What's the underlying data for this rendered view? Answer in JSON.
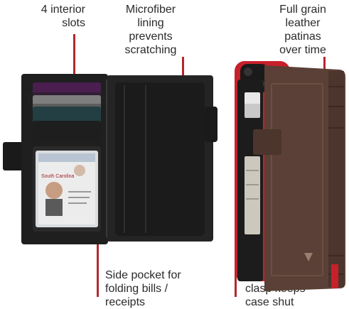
{
  "callouts": {
    "slots": "4 interior\nslots",
    "lining": "Microfiber\nlining\nprevents\nscratching",
    "leather": "Full grain\nleather\npatinas\nover time",
    "pocket": "Side pocket for\nfolding bills /\nreceipts",
    "clasp": "Magnetic\nclasp keeps\ncase shut"
  },
  "id_card": {
    "state": "South Carolina"
  },
  "colors": {
    "accent": "#b3282d",
    "leather_black": "#1f1f1f",
    "leather_brown": "#5a4036",
    "card_purple": "#4a1e4f",
    "card_teal": "#2c8a9a",
    "phone_red": "#c8202a"
  }
}
